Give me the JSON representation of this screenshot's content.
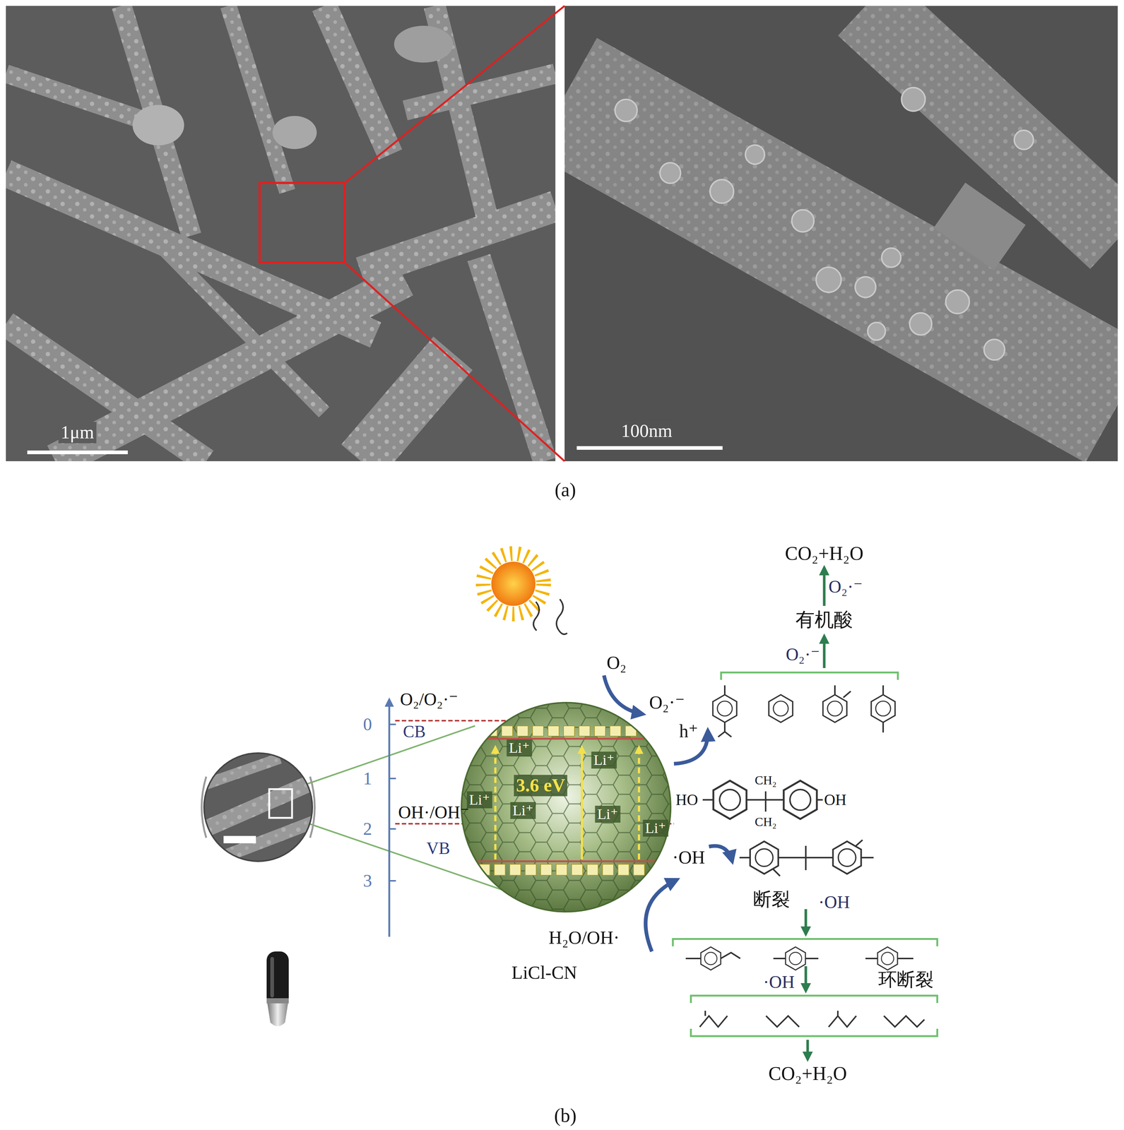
{
  "diagram": {
    "nodes": [
      {
        "text": [
          "1μm"
        ]
      },
      {
        "text": [
          "100nm"
        ]
      },
      {
        "text": [
          "3.6 eV",
          "Li⁺",
          "Li⁺",
          "Li⁺",
          "Li⁺",
          "Li⁺",
          "Li⁺",
          "LiCl-CN"
        ]
      },
      {
        "text": [
          "CO₂+H₂O"
        ]
      },
      {
        "text": [
          "有机酸"
        ]
      },
      {
        "text": [
          "CO₂+H₂O"
        ]
      }
    ],
    "edges": [
      {
        "from": 4,
        "to": 3,
        "arrow": "to",
        "label": "O₂·⁻"
      }
    ],
    "labels": [
      "(a)",
      "O₂",
      "O₂·⁻",
      "h⁺",
      "O₂/O₂·⁻",
      "0",
      "CB",
      "1",
      "OH·/OH⁻",
      "2",
      "VB",
      "3",
      "·OH",
      "H₂O/OH·",
      "HO",
      "CH₂",
      "OH",
      "CH₂",
      "O₂·⁻",
      "断裂",
      "·OH",
      "·OH",
      "环断裂",
      "(b)"
    ]
  }
}
